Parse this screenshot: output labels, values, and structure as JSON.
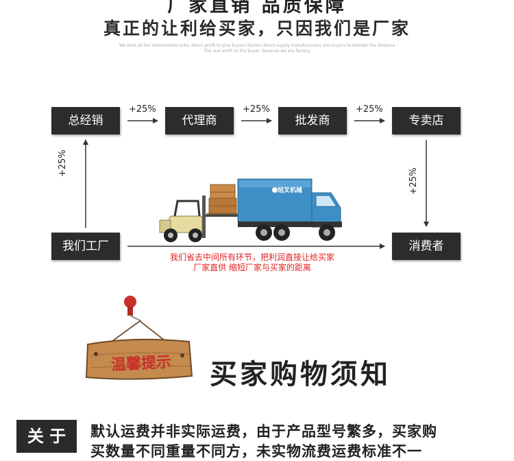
{
  "header": {
    "title": "厂家直销 品质保障",
    "subtitle": "真正的让利给买家，只因我们是厂家",
    "fine_print_1": "We omit all the intermediate links, direct profit to give buyers factory direct supply manufacturers and buyers to shorten the distance",
    "fine_print_2": "The real profit to the buyer, because we are factory"
  },
  "flow": {
    "nodes": {
      "distributor": "总经销",
      "agent": "代理商",
      "wholesaler": "批发商",
      "retailer": "专卖店",
      "factory": "我们工厂",
      "consumer": "消费者"
    },
    "markup": "+25%",
    "note_line_1": "我们省去中间所有环节，把利润直接让给买家",
    "note_line_2": "厂家直供 缩短厂家与买家的距离",
    "truck_logo": "旭叉机械"
  },
  "notice": {
    "sign_text": "温馨提示",
    "title": "买家购物须知"
  },
  "about": {
    "label": "关 于",
    "text_line_1": "默认运费并非实际运费，由于产品型号繁多，买家购",
    "text_line_2": "买数量不同重量不同方，未实物流费运费标准不一"
  },
  "colors": {
    "box_bg": "#2c2c2c",
    "note_red": "#e02020",
    "truck_blue": "#3f8fc7"
  }
}
